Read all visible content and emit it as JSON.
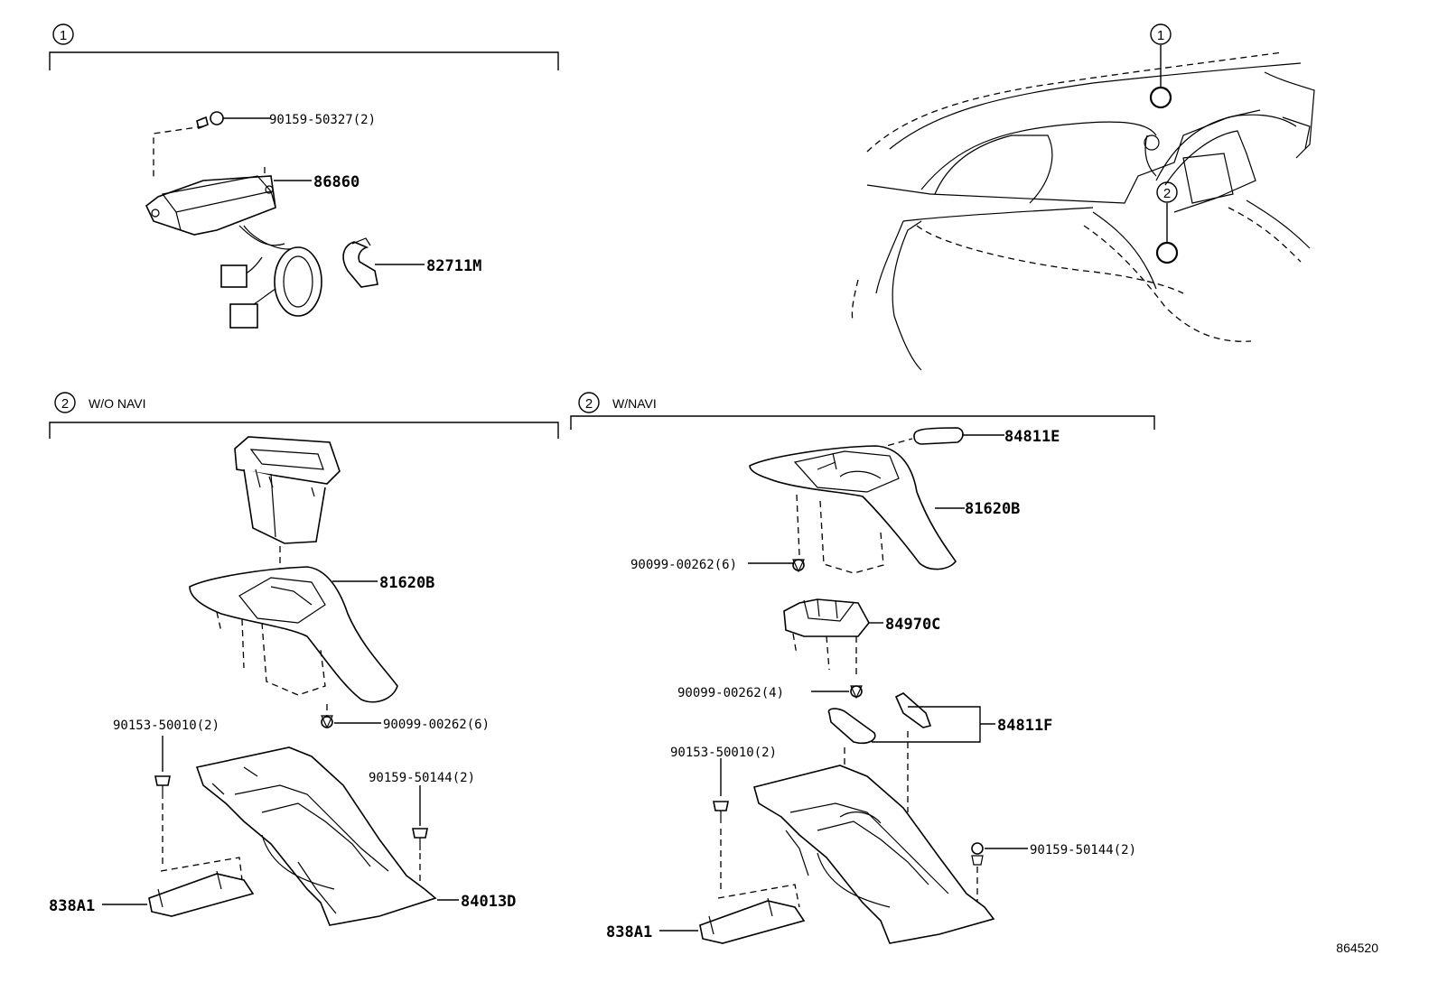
{
  "sections": {
    "s1_num": "1",
    "s2a_num": "2",
    "s2a_label": "W/O NAVI",
    "s2b_num": "2",
    "s2b_label": "W/NAVI",
    "overview_num1": "1",
    "overview_num2": "2"
  },
  "parts": {
    "p_90159_50327": "90159-50327(2)",
    "p_86860": "86860",
    "p_82711M": "82711M",
    "a_81620B": "81620B",
    "a_90099_00262_6": "90099-00262(6)",
    "a_90153_50010_2": "90153-50010(2)",
    "a_90159_50144_2": "90159-50144(2)",
    "a_838A1": "838A1",
    "a_84013D": "84013D",
    "b_84811E": "84811E",
    "b_81620B": "81620B",
    "b_90099_00262_6": "90099-00262(6)",
    "b_84970C": "84970C",
    "b_90099_00262_4": "90099-00262(4)",
    "b_84811F": "84811F",
    "b_90153_50010_2": "90153-50010(2)",
    "b_90159_50144_2": "90159-50144(2)",
    "b_838A1": "838A1"
  },
  "figure_id": "864520"
}
